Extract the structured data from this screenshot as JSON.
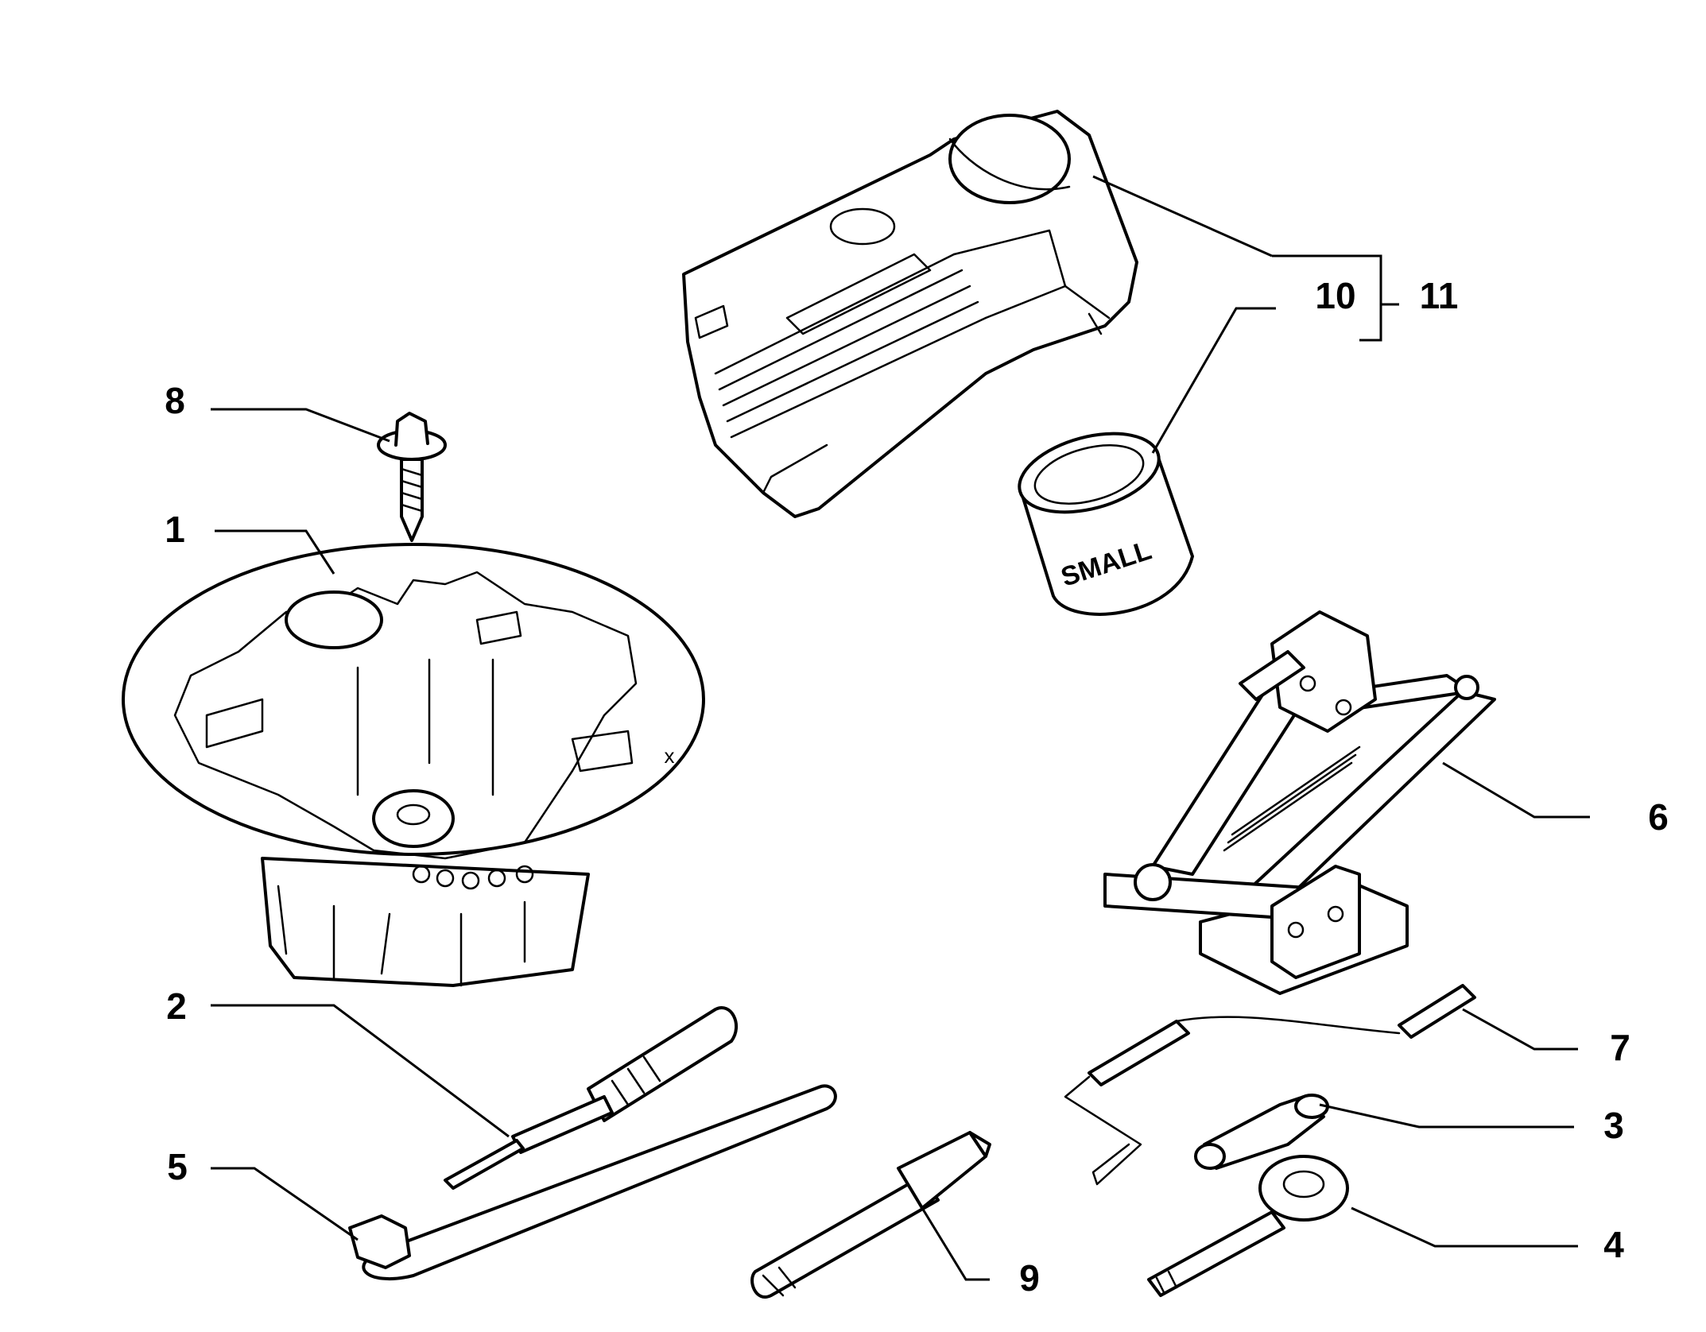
{
  "labels": {
    "p1": "1",
    "p2": "2",
    "p3": "3",
    "p4": "4",
    "p5": "5",
    "p6": "6",
    "p7": "7",
    "p8": "8",
    "p9": "9",
    "p10": "10",
    "p11": "11"
  },
  "annotations": {
    "can_text": "SMALL",
    "tray_mark": "x"
  }
}
